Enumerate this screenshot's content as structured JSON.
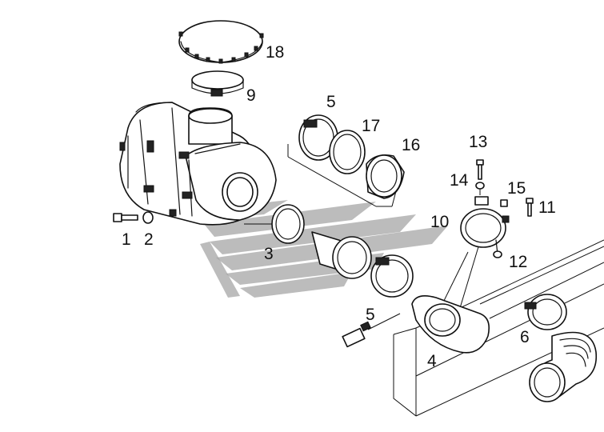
{
  "figure": {
    "callouts": [
      {
        "id": "c18",
        "text": "18"
      },
      {
        "id": "c9",
        "text": "9"
      },
      {
        "id": "c5a",
        "text": "5"
      },
      {
        "id": "c17",
        "text": "17"
      },
      {
        "id": "c16",
        "text": "16"
      },
      {
        "id": "c13",
        "text": "13"
      },
      {
        "id": "c14",
        "text": "14"
      },
      {
        "id": "c15",
        "text": "15"
      },
      {
        "id": "c11",
        "text": "11"
      },
      {
        "id": "c10",
        "text": "10"
      },
      {
        "id": "c12",
        "text": "12"
      },
      {
        "id": "c1",
        "text": "1"
      },
      {
        "id": "c2",
        "text": "2"
      },
      {
        "id": "c3",
        "text": "3"
      },
      {
        "id": "c5b",
        "text": "5"
      },
      {
        "id": "c6",
        "text": "6"
      },
      {
        "id": "c4",
        "text": "4"
      }
    ]
  },
  "colors": {
    "line": "#111111",
    "background": "#ffffff",
    "watermark": "#a6a6a6"
  }
}
